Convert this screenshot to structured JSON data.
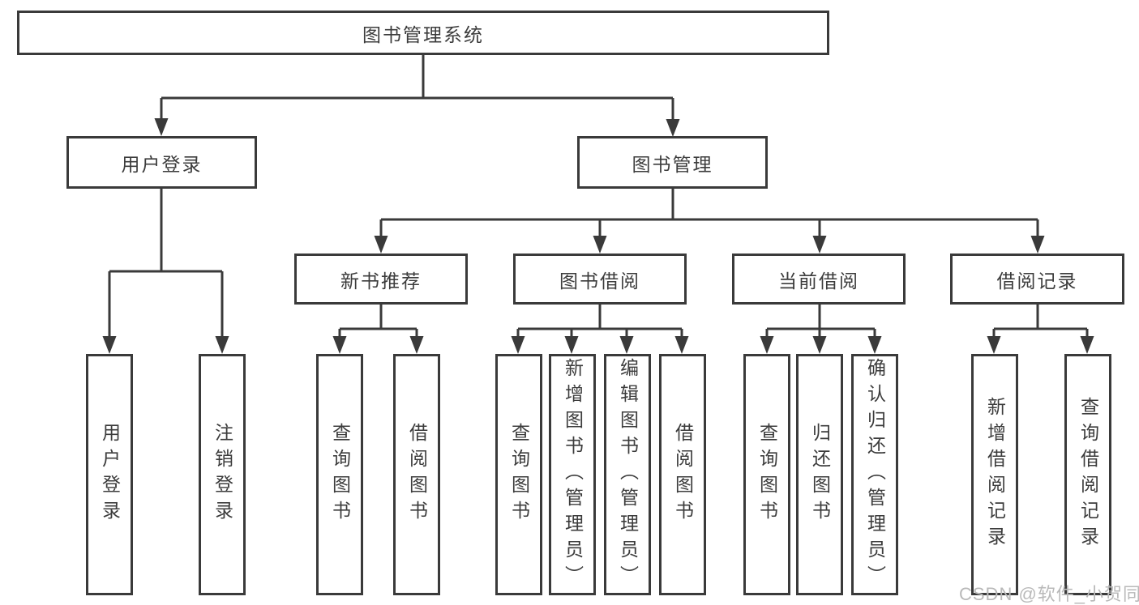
{
  "diagram_type": "functional-structure-tree",
  "tree": {
    "root": {
      "label": "图书管理系统",
      "children": [
        {
          "label": "用户登录",
          "children": [
            {
              "label": "用户登录"
            },
            {
              "label": "注销登录"
            }
          ]
        },
        {
          "label": "图书管理",
          "children": [
            {
              "label": "新书推荐",
              "children": [
                {
                  "label": "查询图书"
                },
                {
                  "label": "借阅图书"
                }
              ]
            },
            {
              "label": "图书借阅",
              "children": [
                {
                  "label": "查询图书"
                },
                {
                  "label": "新增图书（管理员）"
                },
                {
                  "label": "编辑图书（管理员）"
                },
                {
                  "label": "借阅图书"
                }
              ]
            },
            {
              "label": "当前借阅",
              "children": [
                {
                  "label": "查询图书"
                },
                {
                  "label": "归还图书"
                },
                {
                  "label": "确认归还（管理员）"
                }
              ]
            },
            {
              "label": "借阅记录",
              "children": [
                {
                  "label": "新增借阅记录"
                },
                {
                  "label": "查询借阅记录"
                }
              ]
            }
          ]
        }
      ]
    }
  },
  "watermark": {
    "text": "CSDN @软件_小贺同学"
  },
  "style": {
    "line_color": "#3a3a3a",
    "text_color": "#3c3c3c",
    "watermark_color": "#b9b9b9",
    "background": "#ffffff"
  }
}
